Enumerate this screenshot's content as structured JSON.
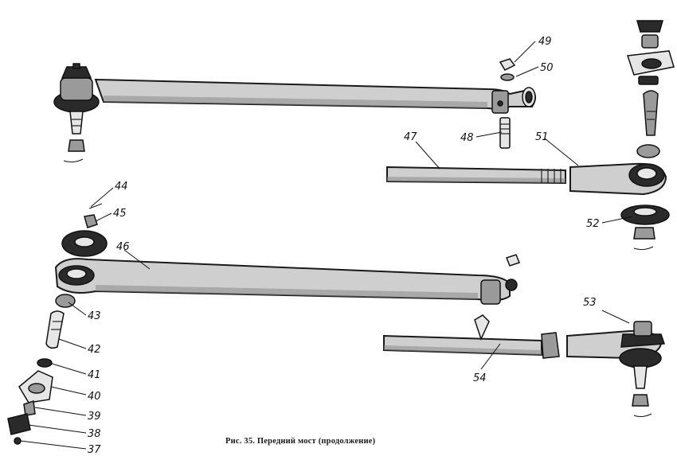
{
  "caption": "Рис. 35. Передний мост (продолжение)",
  "callouts": {
    "n37": "37",
    "n38": "38",
    "n39": "39",
    "n40": "40",
    "n41": "41",
    "n42": "42",
    "n43": "43",
    "n44": "44",
    "n45": "45",
    "n46": "46",
    "n47": "47",
    "n48": "48",
    "n49": "49",
    "n50": "50",
    "n51": "51",
    "n52": "52",
    "n53": "53",
    "n54": "54"
  }
}
